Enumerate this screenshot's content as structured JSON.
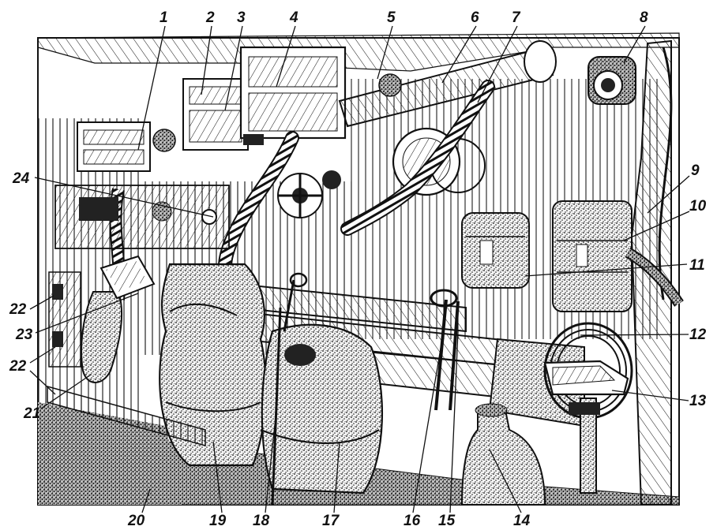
{
  "figure": {
    "callouts": [
      {
        "id": "1",
        "text": "1"
      },
      {
        "id": "2",
        "text": "2"
      },
      {
        "id": "3",
        "text": "3"
      },
      {
        "id": "4",
        "text": "4"
      },
      {
        "id": "5",
        "text": "5"
      },
      {
        "id": "6",
        "text": "6"
      },
      {
        "id": "7",
        "text": "7"
      },
      {
        "id": "8",
        "text": "8"
      },
      {
        "id": "9",
        "text": "9"
      },
      {
        "id": "10",
        "text": "10"
      },
      {
        "id": "11",
        "text": "11"
      },
      {
        "id": "12",
        "text": "12"
      },
      {
        "id": "13",
        "text": "13"
      },
      {
        "id": "14",
        "text": "14"
      },
      {
        "id": "15",
        "text": "15"
      },
      {
        "id": "16",
        "text": "16"
      },
      {
        "id": "17",
        "text": "17"
      },
      {
        "id": "18",
        "text": "18"
      },
      {
        "id": "19",
        "text": "19"
      },
      {
        "id": "20",
        "text": "20"
      },
      {
        "id": "21",
        "text": "21"
      },
      {
        "id": "22a",
        "text": "22"
      },
      {
        "id": "22b",
        "text": "22"
      },
      {
        "id": "23",
        "text": "23"
      },
      {
        "id": "24",
        "text": "24"
      }
    ]
  }
}
